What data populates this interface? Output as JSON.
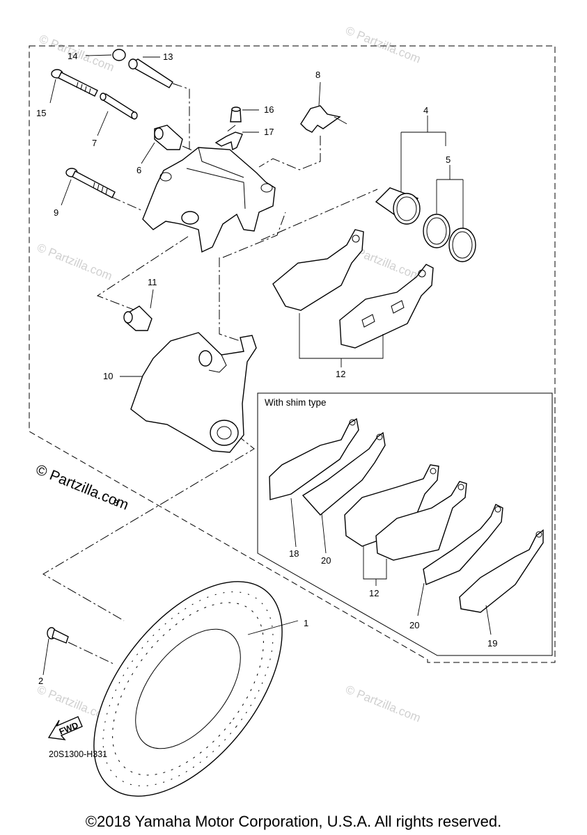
{
  "watermarks": {
    "main": "© Partzilla.com",
    "faint": "© Partzilla.com"
  },
  "inset": {
    "title": "With shim type"
  },
  "diagram_code": "20S1300-H331",
  "fwd_label": "FWD",
  "callouts": {
    "c1": "1",
    "c2": "2",
    "c3": "3",
    "c4": "4",
    "c5": "5",
    "c6": "6",
    "c7": "7",
    "c8": "8",
    "c9": "9",
    "c10": "10",
    "c11": "11",
    "c12a": "12",
    "c12b": "12",
    "c13": "13",
    "c14": "14",
    "c15": "15",
    "c16": "16",
    "c17": "17",
    "c18": "18",
    "c19": "19",
    "c20a": "20",
    "c20b": "20"
  },
  "copyright": "©2018 Yamaha Motor Corporation, U.S.A. All rights reserved."
}
